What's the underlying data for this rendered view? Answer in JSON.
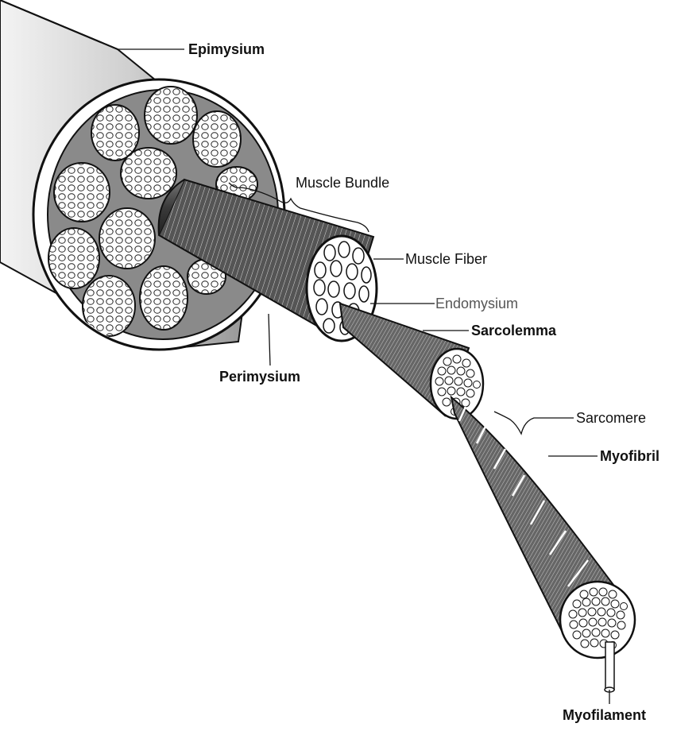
{
  "labels": {
    "epimysium": "Epimysium",
    "muscle_bundle_prefix": "Muscle",
    "muscle_bundle_suffix": "Bundle",
    "muscle_fiber_prefix": "Muscle",
    "muscle_fiber_suffix": "Fiber",
    "endomysium": "Endomysium",
    "sarcolemma": "Sarcolemma",
    "perimysium": "Perimysium",
    "sarcomere": "Sarcomere",
    "myofibril": "Myofibril",
    "myofilament": "Myofilament"
  },
  "colors": {
    "outline": "#111111",
    "epimysium_shade": "#d0d0d0",
    "section_fill": "#8a8a8a",
    "bundle_body": "#4a4a4a"
  }
}
